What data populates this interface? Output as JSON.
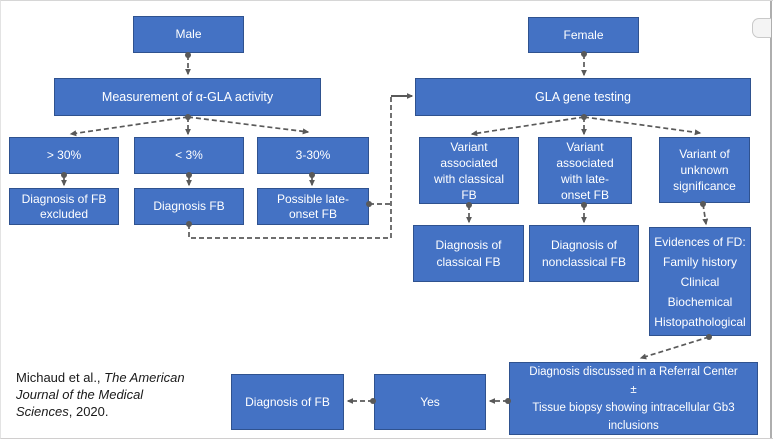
{
  "diagram": {
    "title_semantic": "Fabry disease (FB) diagnostic algorithm flowchart",
    "colors": {
      "node_fill": "#4472C4",
      "node_border": "#2F528F",
      "node_text": "#FFFFFF",
      "connector": "#595959"
    },
    "nodes": {
      "male": {
        "label": "Male"
      },
      "female": {
        "label": "Female"
      },
      "measurement": {
        "label": "Measurement of α-GLA activity"
      },
      "gla_testing": {
        "label": "GLA gene testing"
      },
      "gt30": {
        "label": "> 30%"
      },
      "lt3": {
        "label": "< 3%"
      },
      "range_3_30": {
        "label": "3-30%"
      },
      "dx_excluded": {
        "label": "Diagnosis of FB\nexcluded"
      },
      "dx_fb": {
        "label": "Diagnosis FB"
      },
      "possible_late": {
        "label": "Possible late-\nonset FB"
      },
      "var_classical": {
        "label": "Variant\nassociated\nwith classical\nFB"
      },
      "var_late_onset": {
        "label": "Variant\nassociated\nwith late-\nonset FB"
      },
      "var_unknown": {
        "label": "Variant of\nunknown\nsignificance"
      },
      "dx_classical": {
        "label": "Diagnosis of\nclassical FB"
      },
      "dx_nonclassical": {
        "label": "Diagnosis of\nnonclassical FB"
      },
      "evidences": {
        "label": "Evidences of FD:\nFamily history\nClinical\nBiochemical\nHistopathological"
      },
      "referral": {
        "label": "Diagnosis discussed in a Referral Center\n±\nTissue biopsy showing intracellular Gb3\ninclusions"
      },
      "yes": {
        "label": "Yes"
      },
      "dx_of_fb": {
        "label": "Diagnosis of FB"
      }
    }
  },
  "citation": {
    "prefix": "Michaud et al., ",
    "journal_italic": "The American Journal of the Medical Sciences",
    "suffix": ", 2020."
  }
}
